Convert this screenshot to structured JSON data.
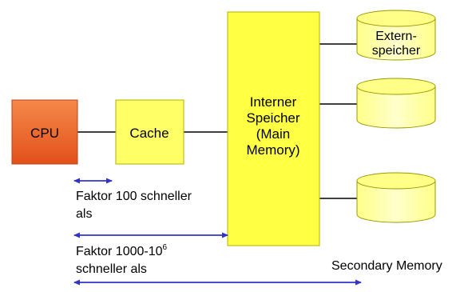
{
  "diagram": {
    "cpu": {
      "label": "CPU"
    },
    "cache": {
      "label": "Cache"
    },
    "internal_memory": {
      "label_lines": [
        "Interner",
        "Speicher",
        "(Main",
        "Memory)"
      ]
    },
    "disks": [
      {
        "label_lines": [
          "Extern-",
          "speicher"
        ]
      },
      {
        "label_lines": []
      },
      {
        "label_lines": []
      }
    ],
    "annotations": {
      "factor_100_line1": "Faktor 100 schneller",
      "factor_100_line2": "als",
      "factor_1000_line1_base": "Faktor 1000-10",
      "factor_1000_line1_sup": "6",
      "factor_1000_line2": "schneller als",
      "secondary_memory": "Secondary Memory"
    }
  },
  "colors": {
    "cpu_fill_top": "#f47c3c",
    "cpu_fill_bottom": "#e8541c",
    "cpu_border": "#c0461a",
    "cache_fill": "#ffff66",
    "memory_fill": "#ffff44",
    "disk_fill": "#ffff99",
    "box_border": "#999900",
    "connector": "#000000",
    "arrow": "#3333cc"
  }
}
